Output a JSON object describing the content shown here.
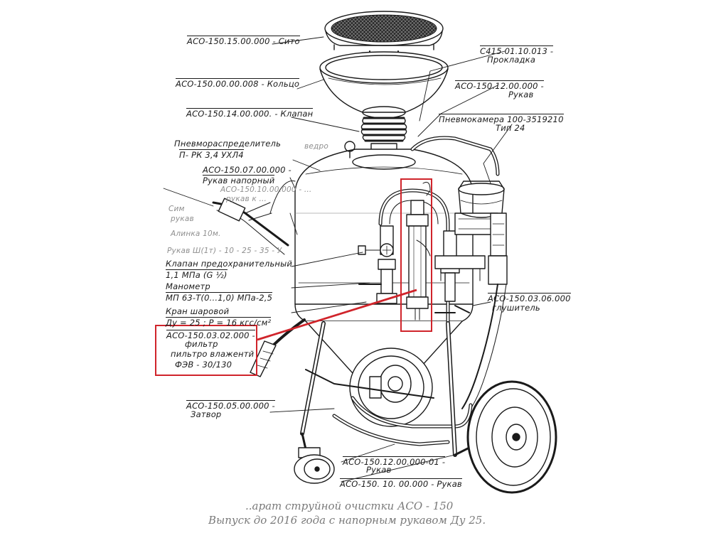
{
  "labels": {
    "sito": "АСО-150.15.00.000 - Сито",
    "kolco": "АСО-150.00.00.008 - Кольцо",
    "klapan": "АСО-150.14.00.000. - Клапан",
    "pnevmoraspred_1": "Пневмораспределитель",
    "pnevmoraspred_2": "П- РК 3,4 УХЛ4",
    "vedro": "ведро",
    "rukav_napor_1": "АСО-150.07.00.000 -",
    "rukav_napor_2": "Рукав напорный",
    "faint_1": "АСО-150.10.00.000 - ...",
    "faint_2": "рукав к ...",
    "sim_1": "Сим",
    "sim_2": "рукав",
    "alinka": "Алинка 10м.",
    "rukav_small": "Рукав Ш(1т) - 10 - 25 - 35 - У",
    "prokladka_1": "С415.01.10.013 -",
    "prokladka_2": "Прокладка",
    "rukav_12_1": "АСО-150.12.00.000 -",
    "rukav_12_2": "Рукав",
    "pnevmokam_1": "Пневмокамера 100-3519210",
    "pnevmokam_2": "Тип 24",
    "klapan_pred_1": "Клапан предохранительный",
    "klapan_pred_2": "1,1 МПа (G ½)",
    "manometr_1": "Манометр",
    "manometr_2": "МП 63-Т(0...1,0) МПа-2,5",
    "kran_1": "Кран шаровой",
    "kran_2": "Ду = 25 ;  Р = 16 кгс/см²",
    "filtr_1": "АСО-150.03.02.000 -",
    "filtr_2": "фильтр",
    "filtr_3": "пильтро влажентй",
    "filtr_4": "ФЭВ - 30/130",
    "glushitel_1": "АСО-150.03.06.000",
    "glushitel_2": "глушитель",
    "zatvor_1": "АСО-150.05.00.000 -",
    "zatvor_2": "Затвор",
    "rukav_01_1": "АСО-150.12.00.000-01 -",
    "rukav_01_2": "Рукав",
    "rukav_10": "АСО-150. 10. 00.000 - Рукав"
  },
  "caption": {
    "line1": "..арат  струйной очистки    АСО - 150",
    "line2": "Выпуск  до  2016 года  с  напорным рукавом  Ду 25."
  },
  "colors": {
    "ink": "#1a1a1a",
    "highlight": "#d0242b",
    "faint": "#8f8f8f",
    "caption": "#7a7a7a"
  }
}
